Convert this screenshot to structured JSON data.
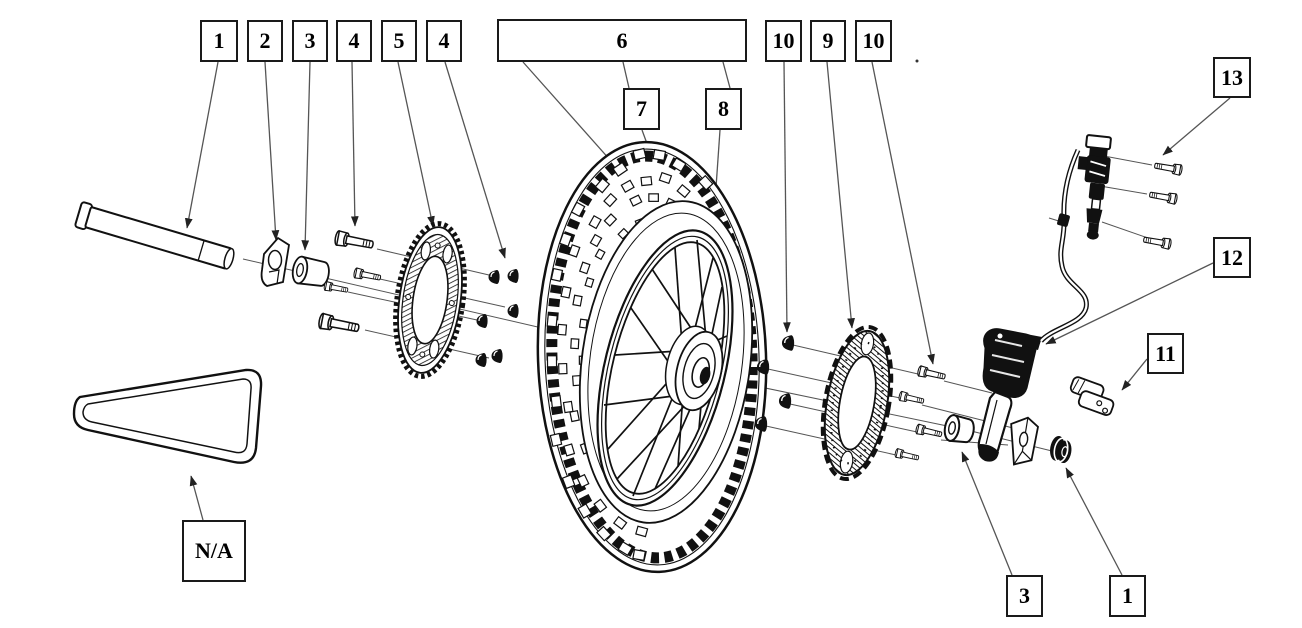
{
  "diagram": {
    "kind": "exploded-parts-diagram",
    "callouts": [
      {
        "label": "1"
      },
      {
        "label": "2"
      },
      {
        "label": "3"
      },
      {
        "label": "4"
      },
      {
        "label": "5"
      },
      {
        "label": "4"
      },
      {
        "label": "6"
      },
      {
        "label": "7"
      },
      {
        "label": "8"
      },
      {
        "label": "10"
      },
      {
        "label": "9"
      },
      {
        "label": "10"
      },
      {
        "label": "13"
      },
      {
        "label": "12"
      },
      {
        "label": "11"
      },
      {
        "label": "3"
      },
      {
        "label": "1"
      },
      {
        "label": "N/A"
      }
    ],
    "colors": {
      "line": "#111111",
      "leader": "#555555",
      "background": "#ffffff"
    }
  }
}
